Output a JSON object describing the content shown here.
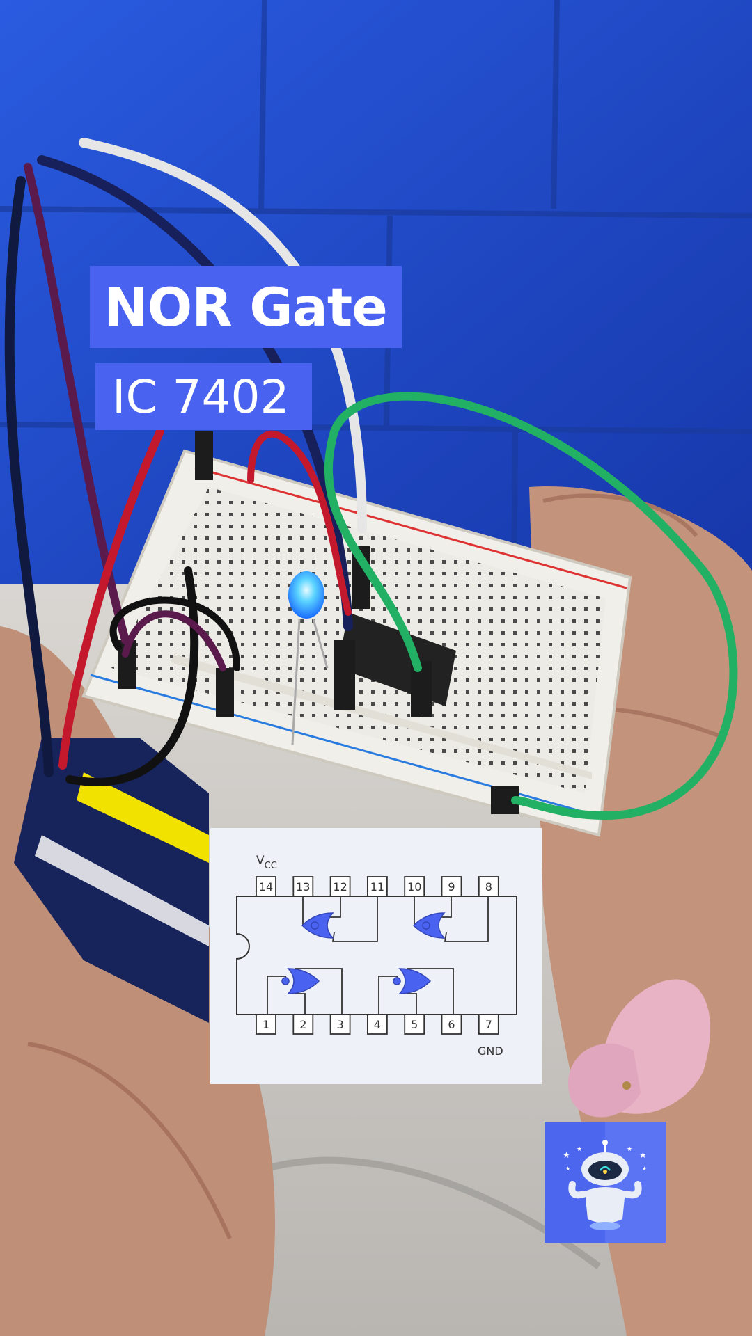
{
  "overlay": {
    "title": "NOR Gate",
    "subtitle": "IC 7402"
  },
  "pinout": {
    "vcc_label": "V",
    "vcc_sub": "CC",
    "gnd_label": "GND",
    "top_pins": [
      "14",
      "13",
      "12",
      "11",
      "10",
      "9",
      "8"
    ],
    "bottom_pins": [
      "1",
      "2",
      "3",
      "4",
      "5",
      "6",
      "7"
    ]
  },
  "colors": {
    "label_bg": "#4a62f0",
    "gate_fill": "#4a62f0",
    "wall": "#1f4fd0"
  }
}
